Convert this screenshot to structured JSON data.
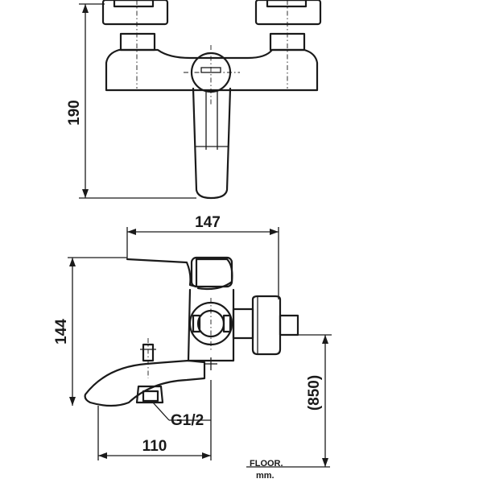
{
  "dimensions": {
    "height_top_view": "190",
    "width_side_view": "147",
    "height_side_view": "144",
    "spout_length": "110",
    "floor_height": "(850)",
    "thread": "G1/2"
  },
  "floor_note": {
    "line1": "FLOOR.",
    "line2": "mm."
  }
}
